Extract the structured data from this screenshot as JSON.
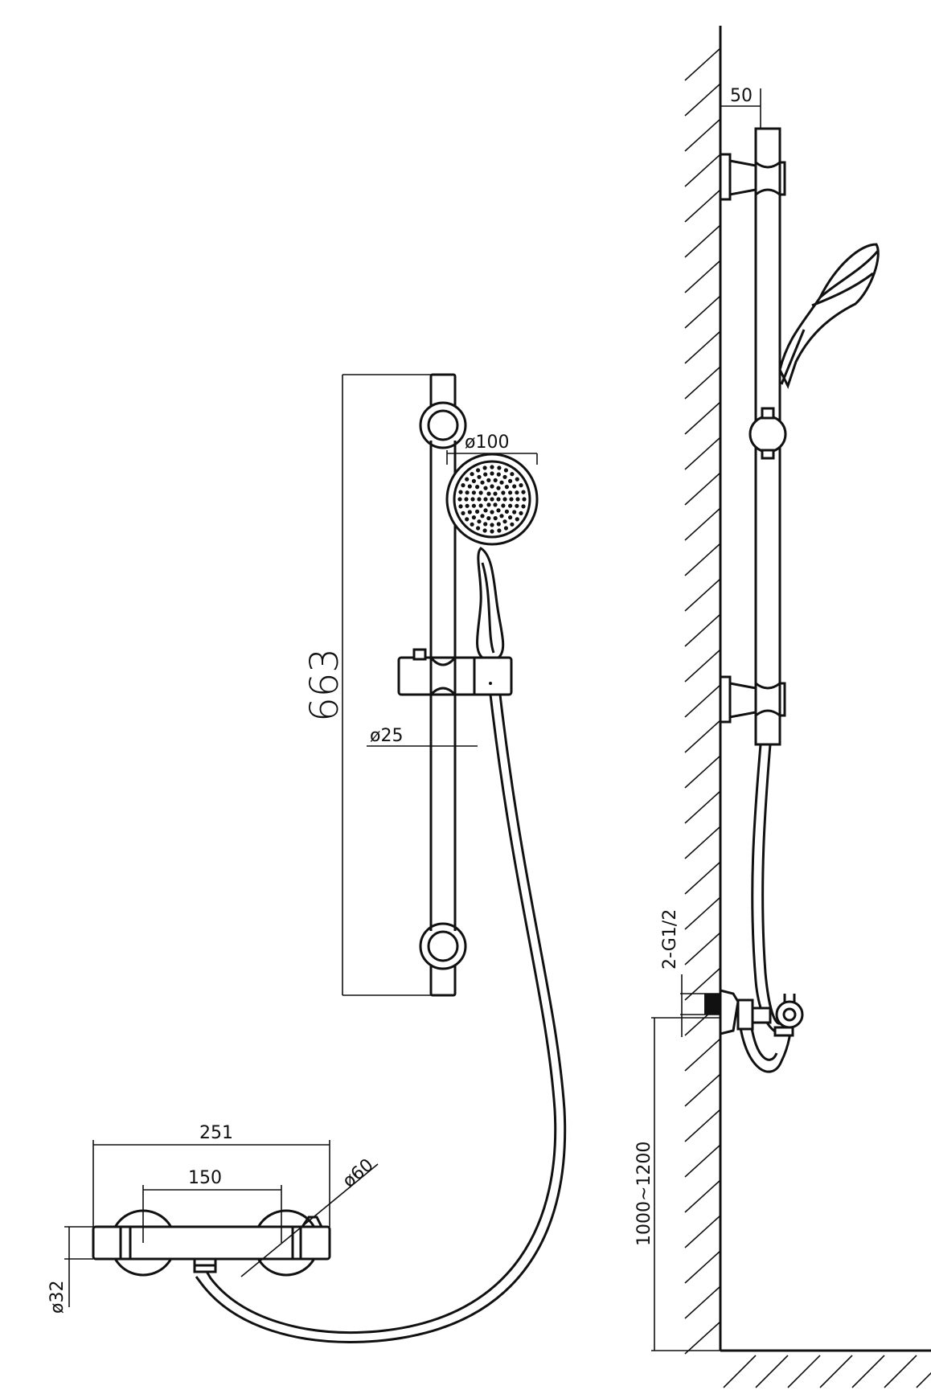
{
  "dimensions": {
    "bar_length": "663",
    "head_diameter": "ø100",
    "bar_diameter": "ø25",
    "wall_offset": "50",
    "connection": "2-G1/2",
    "mount_height": "1000~1200",
    "mixer_length": "251",
    "centers": "150",
    "body_diameter": "ø32",
    "escutcheon_diameter": "ø60"
  },
  "colors": {
    "line": "#111111",
    "background": "#ffffff"
  }
}
